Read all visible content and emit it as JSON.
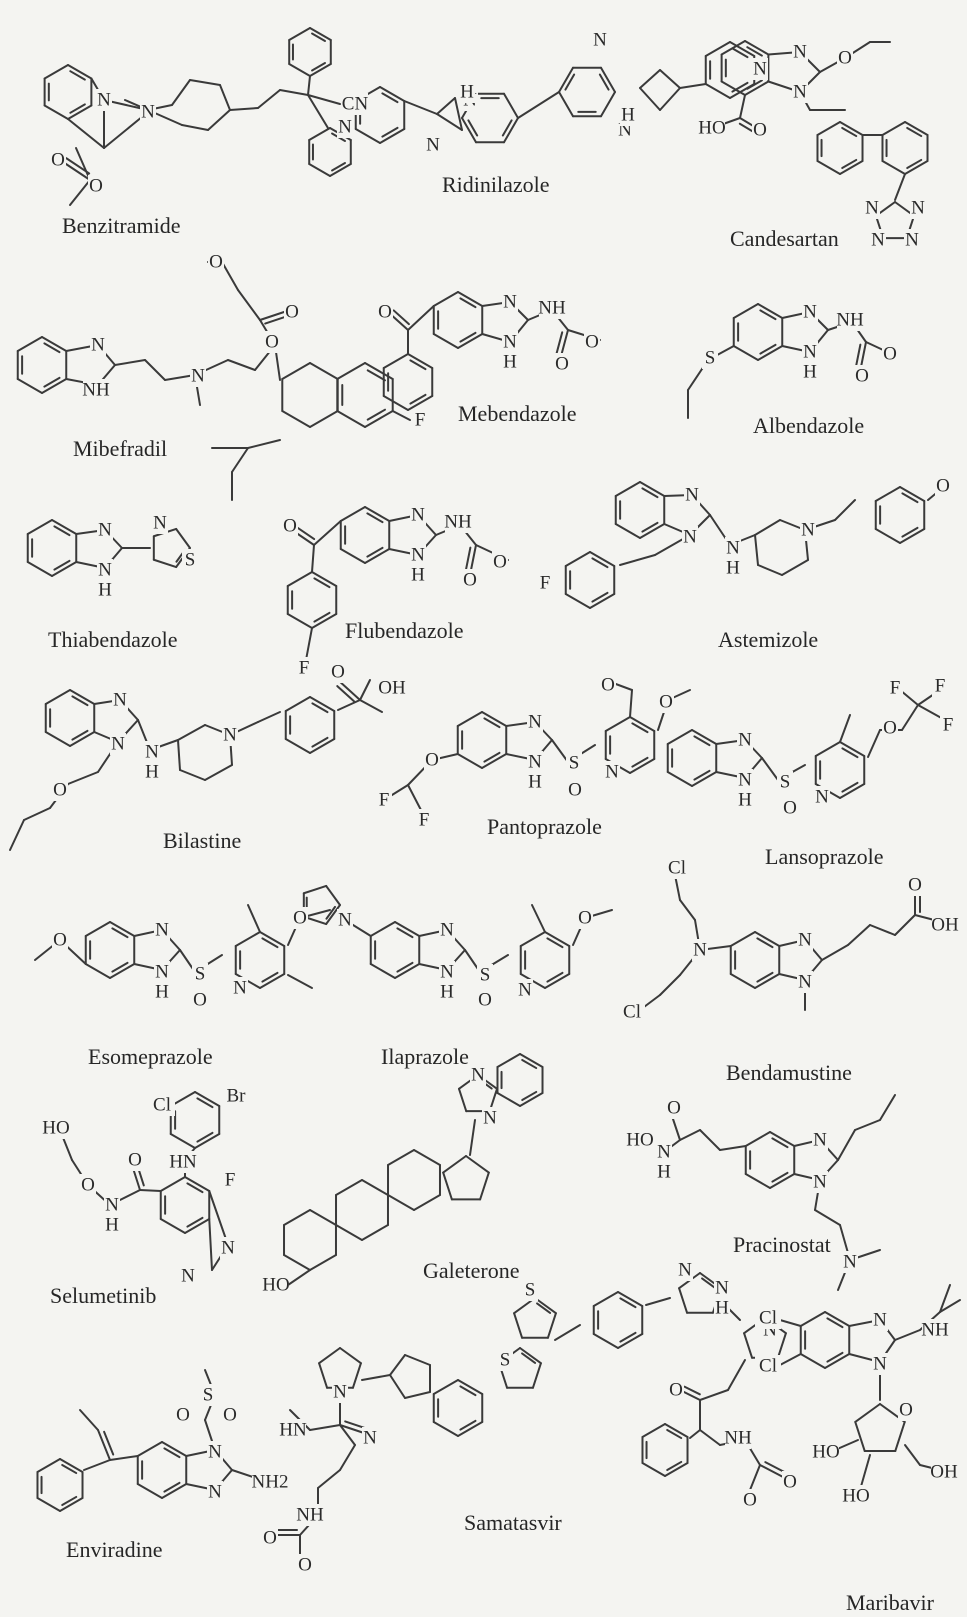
{
  "colors": {
    "background": "#f4f4f1",
    "ink": "#2a2a2a"
  },
  "molecules": [
    {
      "id": "benzitramide",
      "name": "Benzitramide",
      "atoms": [
        "N",
        "N",
        "O",
        "O",
        "CN"
      ]
    },
    {
      "id": "ridinilazole",
      "name": "Ridinilazole",
      "atoms": [
        "N",
        "N",
        "N",
        "N",
        "H",
        "H",
        "N",
        "N"
      ]
    },
    {
      "id": "candesartan",
      "name": "Candesartan",
      "atoms": [
        "N",
        "N",
        "O",
        "HO",
        "O",
        "N",
        "N",
        "N",
        "N"
      ]
    },
    {
      "id": "mibefradil",
      "name": "Mibefradil",
      "atoms": [
        "N",
        "NH",
        "N",
        "O",
        "O",
        "O",
        "F"
      ]
    },
    {
      "id": "mebendazole",
      "name": "Mebendazole",
      "atoms": [
        "N",
        "N",
        "H",
        "NH",
        "O",
        "O",
        "O"
      ]
    },
    {
      "id": "albendazole",
      "name": "Albendazole",
      "atoms": [
        "N",
        "N",
        "H",
        "NH",
        "O",
        "O",
        "S"
      ]
    },
    {
      "id": "thiabendazole",
      "name": "Thiabendazole",
      "atoms": [
        "N",
        "N",
        "H",
        "N",
        "S"
      ]
    },
    {
      "id": "flubendazole",
      "name": "Flubendazole",
      "atoms": [
        "N",
        "N",
        "H",
        "NH",
        "O",
        "O",
        "O",
        "F"
      ]
    },
    {
      "id": "astemizole",
      "name": "Astemizole",
      "atoms": [
        "N",
        "N",
        "N",
        "H",
        "N",
        "F",
        "O"
      ]
    },
    {
      "id": "bilastine",
      "name": "Bilastine",
      "atoms": [
        "N",
        "N",
        "N",
        "H",
        "N",
        "O",
        "O",
        "OH"
      ]
    },
    {
      "id": "pantoprazole",
      "name": "Pantoprazole",
      "atoms": [
        "N",
        "N",
        "H",
        "S",
        "O",
        "N",
        "O",
        "O",
        "O",
        "F",
        "F"
      ]
    },
    {
      "id": "lansoprazole",
      "name": "Lansoprazole",
      "atoms": [
        "N",
        "N",
        "H",
        "S",
        "O",
        "N",
        "O",
        "F",
        "F",
        "F"
      ]
    },
    {
      "id": "esomeprazole",
      "name": "Esomeprazole",
      "atoms": [
        "N",
        "N",
        "H",
        "S",
        "O",
        "N",
        "O",
        "O"
      ]
    },
    {
      "id": "ilaprazole",
      "name": "Ilaprazole",
      "atoms": [
        "N",
        "N",
        "H",
        "S",
        "O",
        "N",
        "O",
        "N"
      ]
    },
    {
      "id": "bendamustine",
      "name": "Bendamustine",
      "atoms": [
        "N",
        "N",
        "N",
        "Cl",
        "Cl",
        "O",
        "OH"
      ]
    },
    {
      "id": "selumetinib",
      "name": "Selumetinib",
      "atoms": [
        "Cl",
        "Br",
        "HN",
        "F",
        "O",
        "N",
        "H",
        "O",
        "HO",
        "N",
        "N"
      ]
    },
    {
      "id": "galeterone",
      "name": "Galeterone",
      "atoms": [
        "N",
        "N",
        "HO"
      ]
    },
    {
      "id": "pracinostat",
      "name": "Pracinostat",
      "atoms": [
        "O",
        "HO",
        "N",
        "H",
        "N",
        "N",
        "N"
      ]
    },
    {
      "id": "enviradine",
      "name": "Enviradine",
      "atoms": [
        "O",
        "S",
        "O",
        "N",
        "N",
        "NH2"
      ]
    },
    {
      "id": "samatasvir",
      "name": "Samatasvir",
      "atoms": [
        "S",
        "S",
        "N",
        "N",
        "H",
        "N",
        "O",
        "NH",
        "O",
        "O",
        "N",
        "HN",
        "N",
        "NH",
        "O",
        "O"
      ]
    },
    {
      "id": "maribavir",
      "name": "Maribavir",
      "atoms": [
        "Cl",
        "Cl",
        "N",
        "N",
        "NH",
        "O",
        "HO",
        "HO",
        "OH"
      ]
    }
  ]
}
